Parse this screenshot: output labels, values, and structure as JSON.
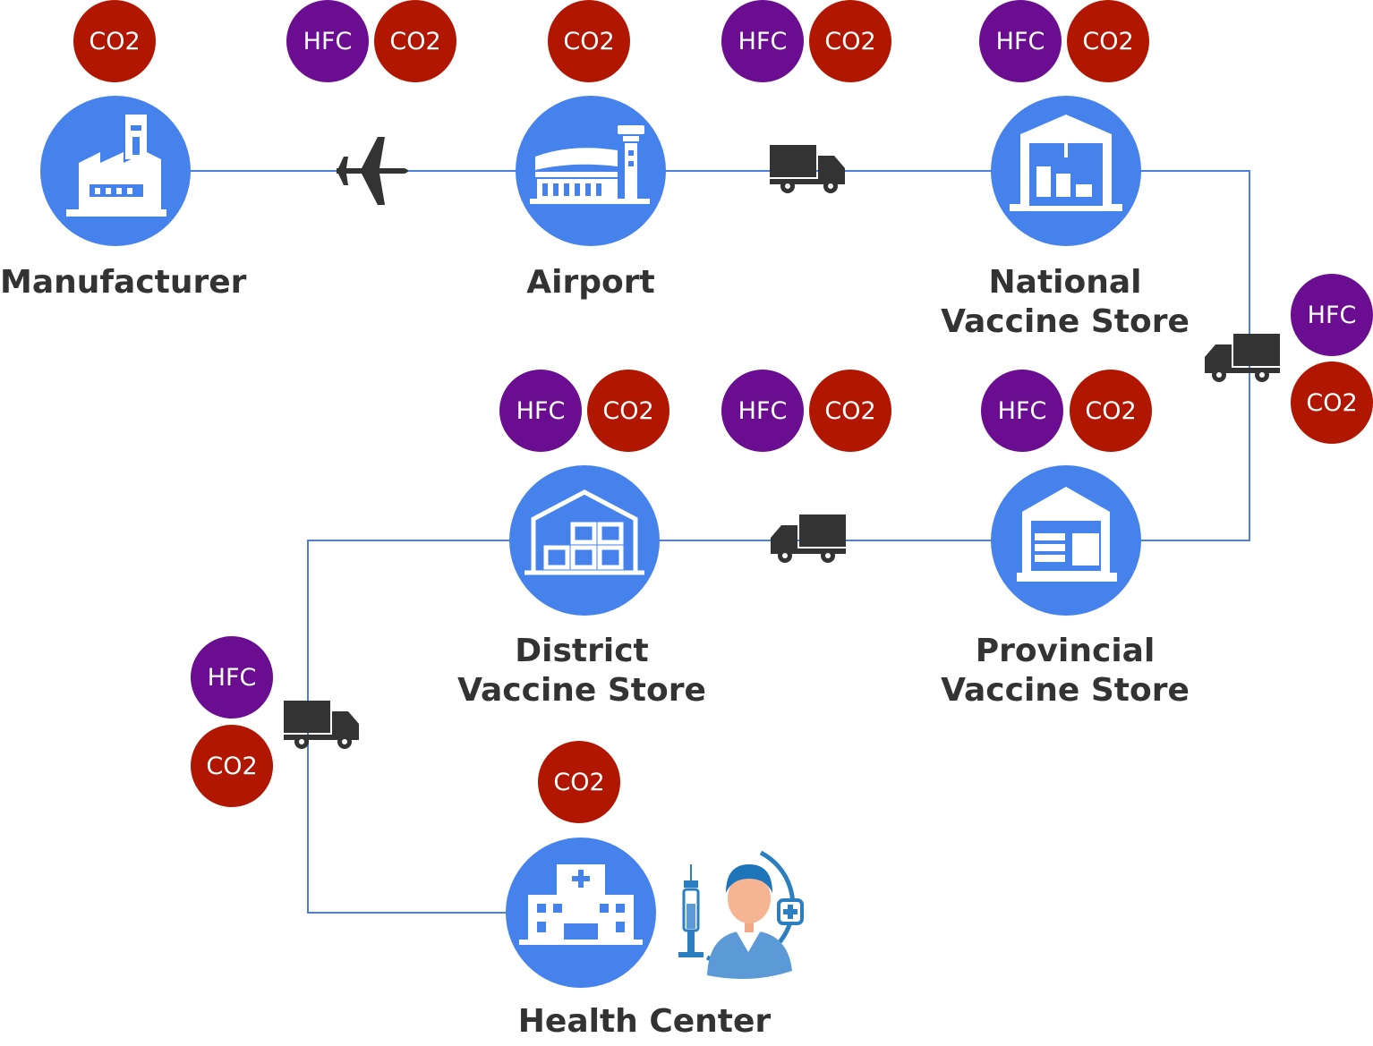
{
  "colors": {
    "node": "#4582ec",
    "connector": "#4a7fe0",
    "hfc": "#6a0d91",
    "co2": "#b01600",
    "vehicle": "#333333",
    "label": "#333333"
  },
  "nodes": {
    "manufacturer": {
      "label": "Manufacturer",
      "icon": "factory-icon"
    },
    "airport": {
      "label": "Airport",
      "icon": "airport-terminal-icon"
    },
    "national": {
      "label_line1": "National",
      "label_line2": "Vaccine Store",
      "icon": "warehouse-icon"
    },
    "provincial": {
      "label_line1": "Provincial",
      "label_line2": "Vaccine Store",
      "icon": "warehouse-icon"
    },
    "district": {
      "label_line1": "District",
      "label_line2": "Vaccine Store",
      "icon": "warehouse-boxes-icon"
    },
    "health_center": {
      "label": "Health Center",
      "icon": "hospital-icon"
    }
  },
  "vehicles": [
    "airplane-icon",
    "truck-icon",
    "truck-icon",
    "truck-icon",
    "truck-icon"
  ],
  "extra_icon": "health-worker-with-syringe-icon",
  "badges": {
    "hfc": "HFC",
    "co2": "CO2"
  }
}
